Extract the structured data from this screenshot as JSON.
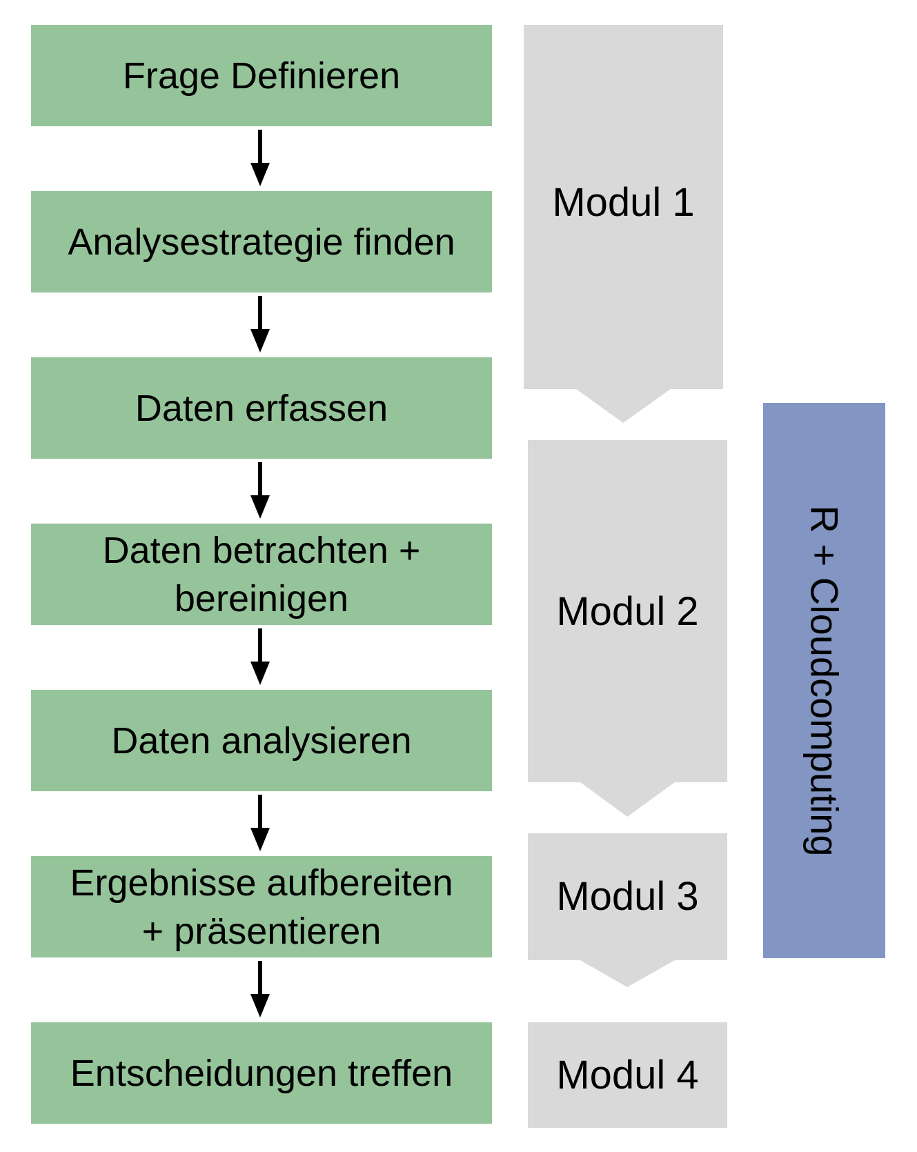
{
  "steps": [
    {
      "label": "Frage Definieren"
    },
    {
      "label": "Analysestrategie finden"
    },
    {
      "label": "Daten erfassen"
    },
    {
      "label": "Daten betrachten +\nbereinigen"
    },
    {
      "label": "Daten analysieren"
    },
    {
      "label": "Ergebnisse aufbereiten\n+ präsentieren"
    },
    {
      "label": "Entscheidungen treffen"
    }
  ],
  "modules": [
    {
      "label": "Modul 1"
    },
    {
      "label": "Modul 2"
    },
    {
      "label": "Modul 3"
    },
    {
      "label": "Modul 4"
    }
  ],
  "side_bar": {
    "label": "R + Cloudcomputing"
  },
  "colors": {
    "step_fill": "#95c49a",
    "module_fill": "#d9d9d9",
    "side_bar_fill": "#8295c3",
    "arrow": "#000000"
  }
}
